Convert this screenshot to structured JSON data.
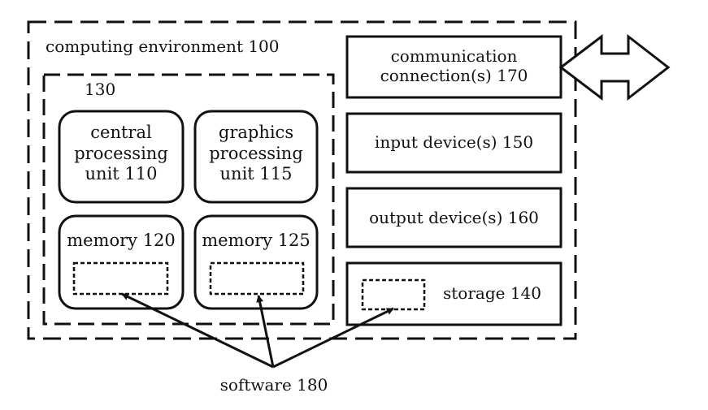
{
  "environment": {
    "label": "computing environment 100"
  },
  "group": {
    "label": "130"
  },
  "cpu": {
    "lines": [
      "central",
      "processing",
      "unit 110"
    ]
  },
  "gpu": {
    "lines": [
      "graphics",
      "processing",
      "unit 115"
    ]
  },
  "memory_a": {
    "label": "memory 120"
  },
  "memory_b": {
    "label": "memory 125"
  },
  "comm": {
    "lines": [
      "communication",
      "connection(s) 170"
    ]
  },
  "input": {
    "label": "input device(s) 150"
  },
  "output": {
    "label": "output device(s) 160"
  },
  "storage": {
    "label": "storage 140"
  },
  "software": {
    "label": "software 180"
  }
}
